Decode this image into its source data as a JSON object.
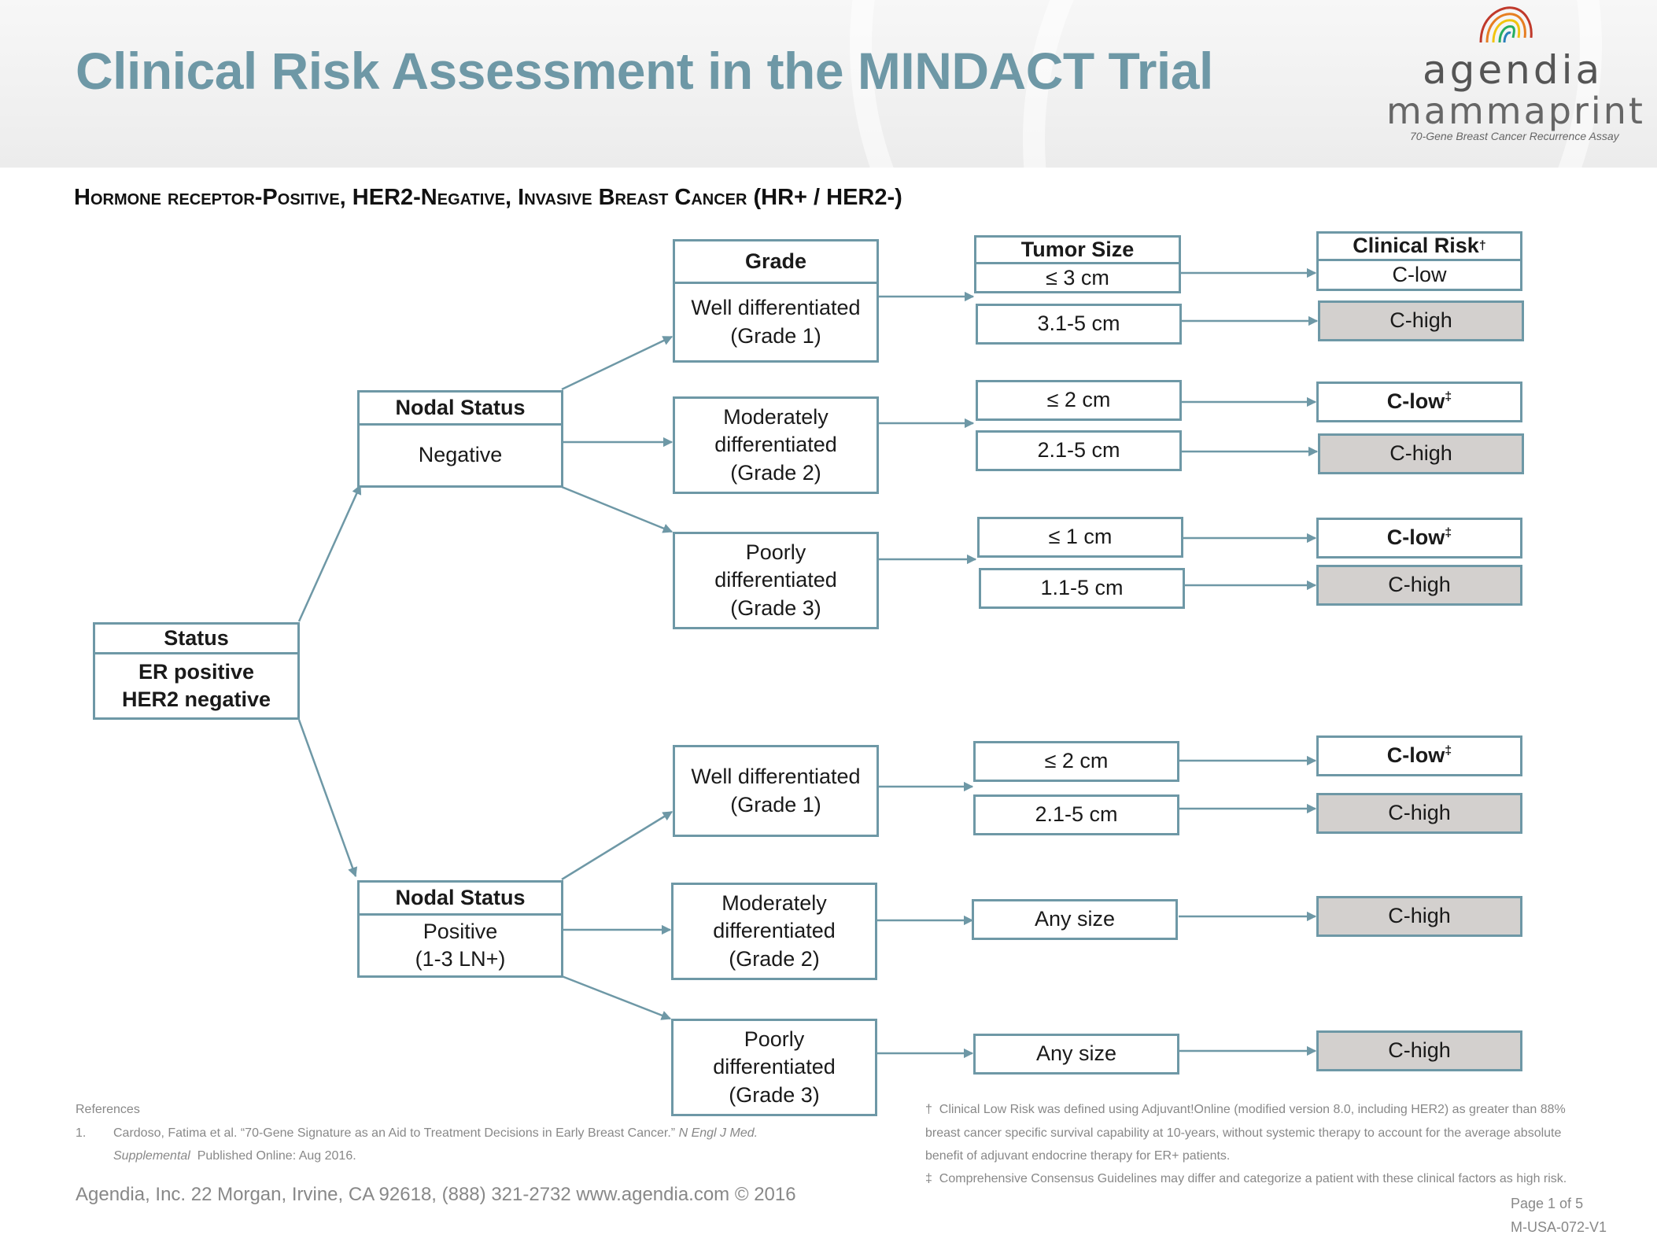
{
  "header": {
    "title": "Clinical Risk Assessment in the MINDACT Trial",
    "logo": {
      "brand": "agendia",
      "product": "mammaprint",
      "tagline": "70-Gene Breast Cancer Recurrence Assay",
      "icon": "fingerprint-logo-icon"
    }
  },
  "subtitle": "Hormone receptor-Positive, HER2-Negative, Invasive Breast Cancer (HR+ / HER2-)",
  "status_box": {
    "header": "Status",
    "line1": "ER positive",
    "line2": "HER2 negative"
  },
  "column_headers": {
    "grade": "Grade",
    "tumor_size": "Tumor Size",
    "clinical_risk": "Clinical Risk",
    "clinical_risk_mark": "†"
  },
  "negative_branch": {
    "nodal": {
      "header": "Nodal Status",
      "value": "Negative"
    },
    "grade1": {
      "line1": "Well differentiated",
      "line2": "(Grade 1)"
    },
    "grade2": {
      "line1": "Moderately",
      "line2": "differentiated",
      "line3": "(Grade 2)"
    },
    "grade3": {
      "line1": "Poorly",
      "line2": "differentiated",
      "line3": "(Grade 3)"
    },
    "sizes": [
      "≤ 3 cm",
      "3.1-5 cm",
      "≤ 2 cm",
      "2.1-5 cm",
      "≤ 1 cm",
      "1.1-5 cm"
    ],
    "risks": [
      "C-low",
      "C-high",
      "C-low",
      "C-high",
      "C-low",
      "C-high"
    ]
  },
  "positive_branch": {
    "nodal": {
      "header": "Nodal Status",
      "value": "Positive",
      "value2": "(1-3 LN+)"
    },
    "grade1": {
      "line1": "Well differentiated",
      "line2": "(Grade 1)"
    },
    "grade2": {
      "line1": "Moderately",
      "line2": "differentiated",
      "line3": "(Grade 2)"
    },
    "grade3": {
      "line1": "Poorly",
      "line2": "differentiated",
      "line3": "(Grade 3)"
    },
    "sizes": [
      "≤ 2 cm",
      "2.1-5 cm",
      "Any size",
      "Any size"
    ],
    "risks": [
      "C-low",
      "C-high",
      "C-high",
      "C-high"
    ]
  },
  "double_dagger": "‡",
  "references": {
    "heading": "References",
    "number": "1.",
    "line1": "Cardoso, Fatima et al. “70-Gene Signature as an Aid to Treatment Decisions in Early Breast Cancer.”",
    "journal": "N Engl J Med.",
    "supplemental": "Supplemental",
    "published": "Published Online: Aug 2016."
  },
  "footer": {
    "address": "Agendia, Inc. 22 Morgan, Irvine, CA 92618, (888) 321-2732   www.agendia.com © 2016",
    "page": "Page 1 of 5",
    "code": "M-USA-072-V1"
  },
  "notes": {
    "dagger_mark": "†",
    "dagger_line1": "Clinical Low Risk was defined using Adjuvant!Online (modified version 8.0, including HER2) as greater than 88%",
    "dagger_line2": "breast cancer specific survival capability at 10-years, without systemic therapy to account for the average absolute",
    "dagger_line3": "benefit of adjuvant endocrine therapy for ER+ patients.",
    "ddagger_mark": "‡",
    "ddagger_line": "Comprehensive Consensus Guidelines may differ and categorize a patient with these clinical factors as high risk."
  },
  "colors": {
    "accent": "#6e98a6",
    "high_fill": "#d3d0ce",
    "footer_text": "#888888"
  }
}
